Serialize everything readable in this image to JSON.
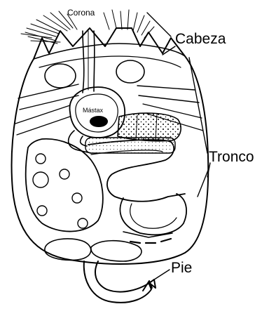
{
  "diagram": {
    "labels": {
      "corona": "Corona",
      "mastax": "Mástax",
      "cabeza": "Cabeza",
      "tronco": "Tronco",
      "pie": "Pie"
    },
    "colors": {
      "line": "#000000",
      "background": "#ffffff",
      "stipple": "#9a9a9a"
    }
  }
}
